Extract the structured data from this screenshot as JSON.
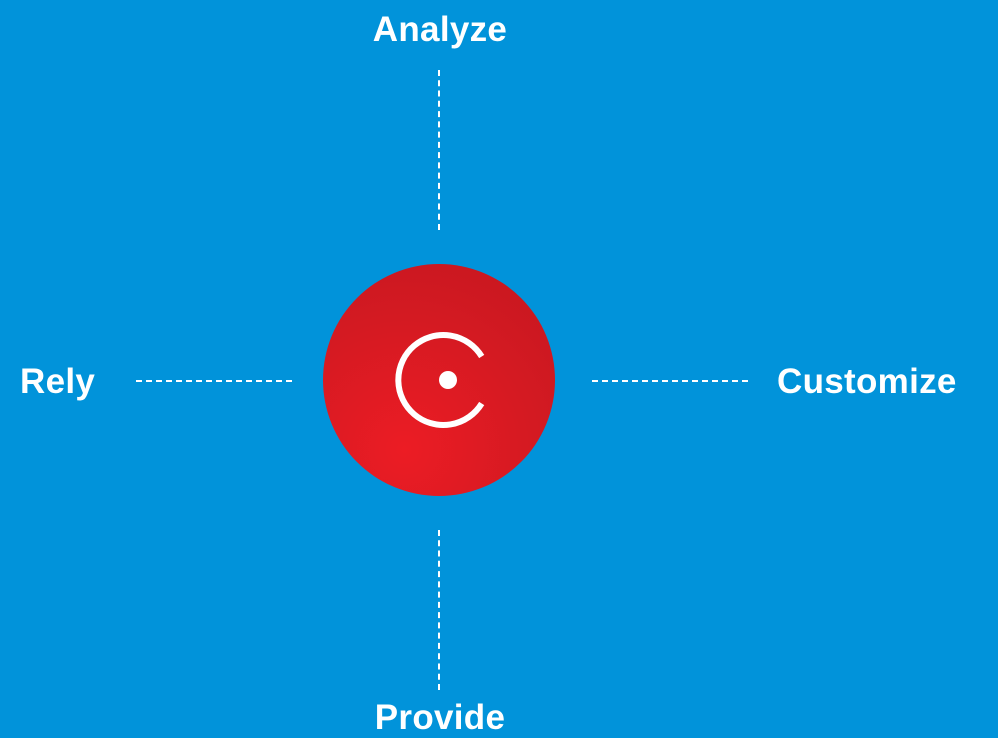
{
  "diagram": {
    "labels": {
      "top": "Analyze",
      "bottom": "Provide",
      "left": "Rely",
      "right": "Customize"
    },
    "colors": {
      "background": "#0193da",
      "hub": "#e31e26",
      "text": "#ffffff",
      "connector": "#ffffff"
    },
    "hub_icon": "c-circle-logo-icon"
  }
}
